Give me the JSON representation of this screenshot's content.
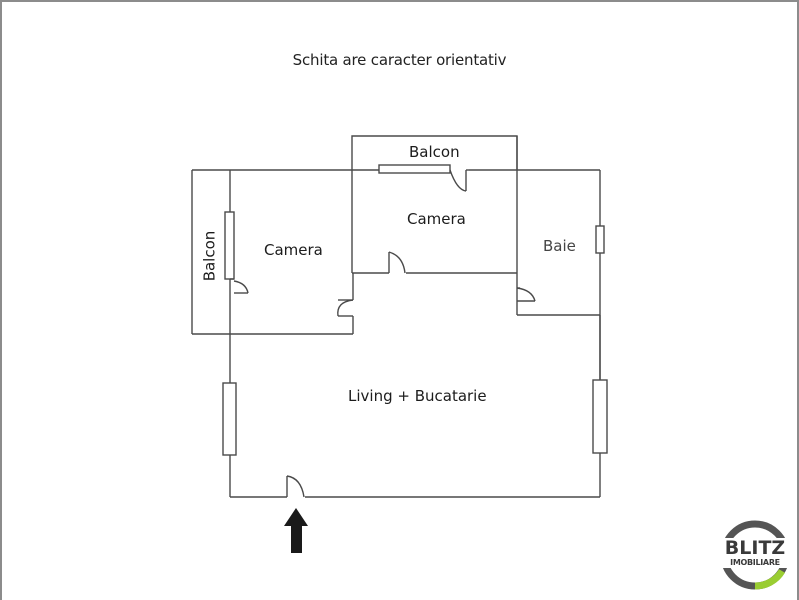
{
  "header": {
    "title": "Schita are caracter orientativ"
  },
  "rooms": [
    {
      "id": "balcon-top",
      "label": "Balcon"
    },
    {
      "id": "camera-top",
      "label": "Camera"
    },
    {
      "id": "balcon-left",
      "label": "Balcon"
    },
    {
      "id": "camera-left",
      "label": "Camera"
    },
    {
      "id": "baie",
      "label": "Baie"
    },
    {
      "id": "living",
      "label": "Living + Bucatarie"
    }
  ],
  "entrance": {
    "icon": "arrow-up-icon"
  },
  "logo": {
    "line1": "BLITZ",
    "line2": "IMOBILIARE",
    "ring_color": "#555555",
    "accent_color": "#9acd32"
  },
  "colors": {
    "wall": "#4a4a4a",
    "frame": "#8c8c8c",
    "text": "#1c1c1c"
  }
}
